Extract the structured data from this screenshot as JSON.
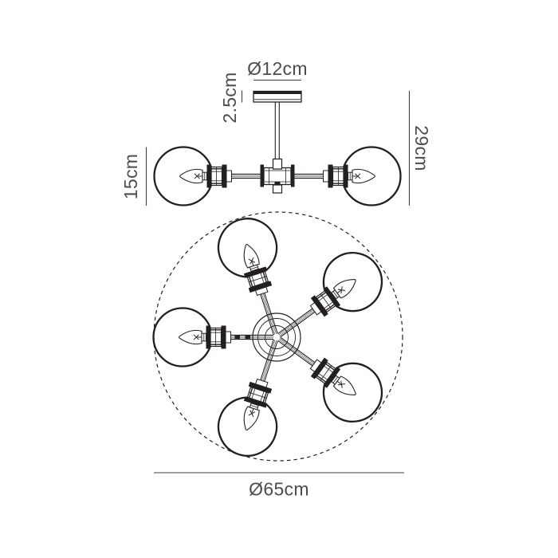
{
  "page": {
    "background": "#ffffff",
    "description": "Technical dimension drawing of a 5-arm semi-flush ceiling light, side elevation and plan view"
  },
  "drawing": {
    "line_color": "#231f20",
    "dimension_line_color": "#3f3f3f",
    "text_color": "#4d4d4d",
    "side_view": {
      "globe_count_shown": 2,
      "labels": {
        "canopy_diameter": "Ø12cm",
        "canopy_height": "2.5cm",
        "globe_height": "15cm",
        "total_height": "29cm"
      }
    },
    "plan_view": {
      "arm_count": 5,
      "labels": {
        "overall_diameter": "Ø65cm"
      }
    }
  }
}
